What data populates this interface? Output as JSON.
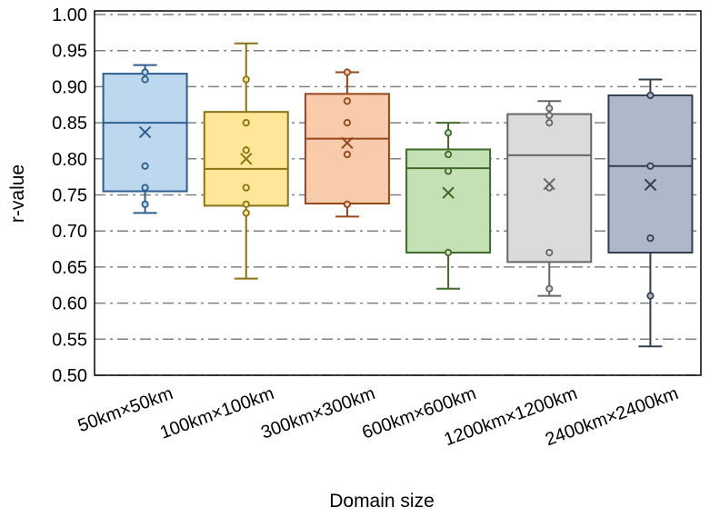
{
  "chart_data": {
    "type": "box",
    "title": "",
    "xlabel": "Domain size",
    "ylabel": "r-value",
    "ylim": [
      0.5,
      1.0
    ],
    "yticks": [
      "0.50",
      "0.55",
      "0.60",
      "0.65",
      "0.70",
      "0.75",
      "0.80",
      "0.85",
      "0.90",
      "0.95",
      "1.00"
    ],
    "grid": true,
    "categories": [
      "50km×50km",
      "100km×100km",
      "300km×300km",
      "600km×600km",
      "1200km×1200km",
      "2400km×2400km"
    ],
    "boxes": [
      {
        "min": 0.725,
        "q1": 0.755,
        "median": 0.85,
        "q3": 0.918,
        "max": 0.93,
        "mean": 0.837,
        "points": [
          0.92,
          0.91,
          0.79,
          0.76,
          0.737
        ],
        "fill": "#bdd7ee",
        "stroke": "#2e5e8e"
      },
      {
        "min": 0.634,
        "q1": 0.735,
        "median": 0.786,
        "q3": 0.865,
        "max": 0.96,
        "mean": 0.8,
        "points": [
          0.91,
          0.85,
          0.812,
          0.76,
          0.737,
          0.725
        ],
        "fill": "#ffe699",
        "stroke": "#8b7315"
      },
      {
        "min": 0.72,
        "q1": 0.738,
        "median": 0.828,
        "q3": 0.89,
        "max": 0.92,
        "mean": 0.822,
        "points": [
          0.92,
          0.88,
          0.85,
          0.806,
          0.737
        ],
        "fill": "#f8cbad",
        "stroke": "#96461b"
      },
      {
        "min": 0.62,
        "q1": 0.67,
        "median": 0.787,
        "q3": 0.813,
        "max": 0.85,
        "mean": 0.753,
        "points": [
          0.836,
          0.806,
          0.783,
          0.67
        ],
        "fill": "#c5e0b4",
        "stroke": "#3f6a2a"
      },
      {
        "min": 0.61,
        "q1": 0.657,
        "median": 0.805,
        "q3": 0.862,
        "max": 0.88,
        "mean": 0.765,
        "points": [
          0.87,
          0.86,
          0.85,
          0.76,
          0.67,
          0.62
        ],
        "fill": "#dbdbdb",
        "stroke": "#666666"
      },
      {
        "min": 0.54,
        "q1": 0.67,
        "median": 0.79,
        "q3": 0.888,
        "max": 0.91,
        "mean": 0.764,
        "points": [
          0.888,
          0.79,
          0.69,
          0.61
        ],
        "fill": "#adb9ca",
        "stroke": "#333f4f"
      }
    ]
  }
}
